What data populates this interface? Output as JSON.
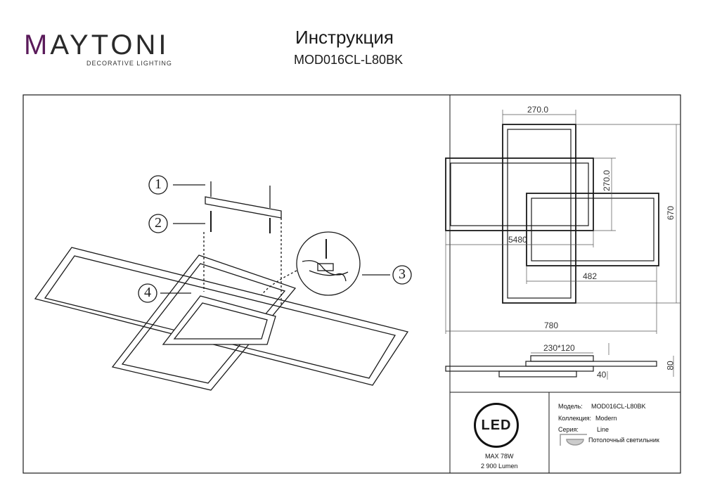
{
  "header": {
    "brand": "MAYTONI",
    "brand_tagline": "DECORATIVE LIGHTING",
    "title": "Инструкция",
    "model": "MOD016CL-L80BK"
  },
  "colors": {
    "brand_accent": "#5a1a5a",
    "line": "#1a1a1a"
  },
  "installation": {
    "callouts": [
      "1",
      "2",
      "3",
      "4"
    ]
  },
  "dimensions": {
    "top_width": "270.0",
    "rect_height": "270.0",
    "total_height": "670",
    "rect_width": "5480",
    "right_width": "482",
    "total_width": "780",
    "mount_plate": "230*120",
    "depth": "80",
    "offset": "40"
  },
  "specs": {
    "led_label": "LED",
    "power": "MAX 78W",
    "lumen": "2 900 Lumen",
    "model_label": "Модель:",
    "model_value": "MOD016CL-L80BK",
    "collection_label": "Коллекция:",
    "collection_value": "Modern",
    "series_label": "Серия:",
    "series_value": "Line",
    "type_value": "Потолочный светильник",
    "type_icon": "ceiling-lamp-icon"
  }
}
